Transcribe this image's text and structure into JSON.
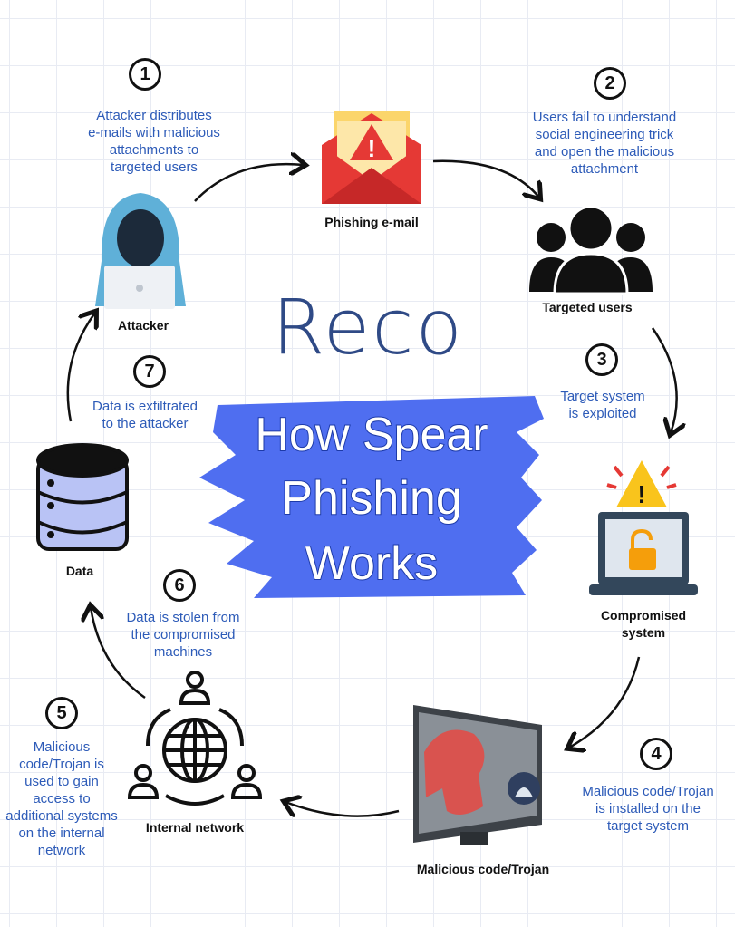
{
  "title": {
    "line1": "How Spear",
    "line2": "Phishing",
    "line3": "Works"
  },
  "logo": "Reco",
  "colors": {
    "accent": "#4f6ef0",
    "text": "#2d5bb8",
    "danger": "#e53935",
    "warning": "#f9c41c"
  },
  "steps": [
    {
      "num": "1",
      "desc": "Attacker distributes\ne-mails with malicious\nattachments to\ntargeted users"
    },
    {
      "num": "2",
      "desc": "Users fail to understand\nsocial engineering trick\nand open the malicious\nattachment"
    },
    {
      "num": "3",
      "desc": "Target system\nis exploited"
    },
    {
      "num": "4",
      "desc": "Malicious code/Trojan\nis installed on the\ntarget system"
    },
    {
      "num": "5",
      "desc": "Malicious\ncode/Trojan is\nused to gain\naccess to\nadditional systems\non the internal\nnetwork"
    },
    {
      "num": "6",
      "desc": "Data is stolen from\nthe compromised\nmachines"
    },
    {
      "num": "7",
      "desc": "Data is exfiltrated\nto the attacker"
    }
  ],
  "nodes": {
    "email": "Phishing e-mail",
    "users": "Targeted users",
    "attacker": "Attacker",
    "data": "Data",
    "system": "Compromised\nsystem",
    "network": "Internal network",
    "trojan": "Malicious code/Trojan"
  }
}
